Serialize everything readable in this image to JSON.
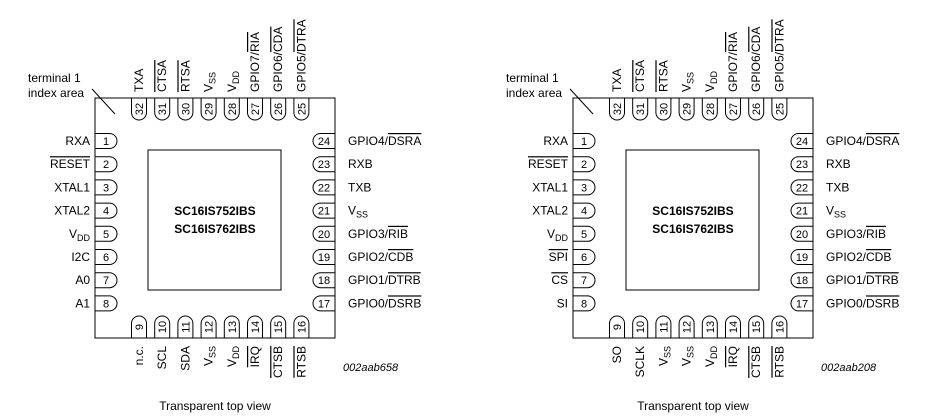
{
  "diagrams": [
    {
      "chip_lines": [
        "SC16IS752IBS",
        "SC16IS762IBS"
      ],
      "code": "002aab658",
      "caption": "Transparent top view",
      "index_label": [
        "terminal 1",
        "index area"
      ],
      "left": [
        {
          "n": "1",
          "l": "RXA"
        },
        {
          "n": "2",
          "l": "RESET",
          "ov": true
        },
        {
          "n": "3",
          "l": "XTAL1"
        },
        {
          "n": "4",
          "l": "XTAL2"
        },
        {
          "n": "5",
          "l": "V",
          "sub": "DD"
        },
        {
          "n": "6",
          "l": "I2C"
        },
        {
          "n": "7",
          "l": "A0"
        },
        {
          "n": "8",
          "l": "A1"
        }
      ],
      "right": [
        {
          "n": "24",
          "p": "GPIO4/",
          "l": "DSRA",
          "ov": true
        },
        {
          "n": "23",
          "l": "RXB"
        },
        {
          "n": "22",
          "l": "TXB"
        },
        {
          "n": "21",
          "l": "V",
          "sub": "SS"
        },
        {
          "n": "20",
          "p": "GPIO3/",
          "l": "RIB",
          "ov": true
        },
        {
          "n": "19",
          "p": "GPIO2/",
          "l": "CDB",
          "ov": true
        },
        {
          "n": "18",
          "p": "GPIO1/",
          "l": "DTRB",
          "ov": true
        },
        {
          "n": "17",
          "p": "GPIO0/",
          "l": "DSRB",
          "ov": true
        }
      ],
      "top": [
        {
          "n": "32",
          "l": "TXA"
        },
        {
          "n": "31",
          "l": "CTSA",
          "ov": true
        },
        {
          "n": "30",
          "l": "RTSA",
          "ov": true
        },
        {
          "n": "29",
          "l": "V",
          "sub": "SS"
        },
        {
          "n": "28",
          "l": "V",
          "sub": "DD"
        },
        {
          "n": "27",
          "p": "GPIO7/",
          "l": "RIA",
          "ov": true
        },
        {
          "n": "26",
          "p": "GPIO6/",
          "l": "CDA",
          "ov": true
        },
        {
          "n": "25",
          "p": "GPIO5/",
          "l": "DTRA",
          "ov": true
        }
      ],
      "bottom": [
        {
          "n": "9",
          "l": "n.c."
        },
        {
          "n": "10",
          "l": "SCL"
        },
        {
          "n": "11",
          "l": "SDA"
        },
        {
          "n": "12",
          "l": "V",
          "sub": "SS"
        },
        {
          "n": "13",
          "l": "V",
          "sub": "DD"
        },
        {
          "n": "14",
          "l": "IRQ",
          "ov": true
        },
        {
          "n": "15",
          "l": "CTSB",
          "ov": true
        },
        {
          "n": "16",
          "l": "RTSB",
          "ov": true
        }
      ]
    },
    {
      "chip_lines": [
        "SC16IS752IBS",
        "SC16IS762IBS"
      ],
      "code": "002aab208",
      "caption": "Transparent top view",
      "index_label": [
        "terminal 1",
        "index area"
      ],
      "left": [
        {
          "n": "1",
          "l": "RXA"
        },
        {
          "n": "2",
          "l": "RESET",
          "ov": true
        },
        {
          "n": "3",
          "l": "XTAL1"
        },
        {
          "n": "4",
          "l": "XTAL2"
        },
        {
          "n": "5",
          "l": "V",
          "sub": "DD"
        },
        {
          "n": "6",
          "l": "SPI",
          "ov": true
        },
        {
          "n": "7",
          "l": "CS",
          "ov": true
        },
        {
          "n": "8",
          "l": "SI"
        }
      ],
      "right": [
        {
          "n": "24",
          "p": "GPIO4/",
          "l": "DSRA",
          "ov": true
        },
        {
          "n": "23",
          "l": "RXB"
        },
        {
          "n": "22",
          "l": "TXB"
        },
        {
          "n": "21",
          "l": "V",
          "sub": "SS"
        },
        {
          "n": "20",
          "p": "GPIO3/",
          "l": "RIB",
          "ov": true
        },
        {
          "n": "19",
          "p": "GPIO2/",
          "l": "CDB",
          "ov": true
        },
        {
          "n": "18",
          "p": "GPIO1/",
          "l": "DTRB",
          "ov": true
        },
        {
          "n": "17",
          "p": "GPIO0/",
          "l": "DSRB",
          "ov": true
        }
      ],
      "top": [
        {
          "n": "32",
          "l": "TXA"
        },
        {
          "n": "31",
          "l": "CTSA",
          "ov": true
        },
        {
          "n": "30",
          "l": "RTSA",
          "ov": true
        },
        {
          "n": "29",
          "l": "V",
          "sub": "SS"
        },
        {
          "n": "28",
          "l": "V",
          "sub": "DD"
        },
        {
          "n": "27",
          "p": "GPIO7/",
          "l": "RIA",
          "ov": true
        },
        {
          "n": "26",
          "p": "GPIO6/",
          "l": "CDA",
          "ov": true
        },
        {
          "n": "25",
          "p": "GPIO5/",
          "l": "DTRA",
          "ov": true
        }
      ],
      "bottom": [
        {
          "n": "9",
          "l": "SO"
        },
        {
          "n": "10",
          "l": "SCLK"
        },
        {
          "n": "11",
          "l": "V",
          "sub": "SS"
        },
        {
          "n": "12",
          "l": "V",
          "sub": "SS"
        },
        {
          "n": "13",
          "l": "V",
          "sub": "DD"
        },
        {
          "n": "14",
          "l": "IRQ",
          "ov": true
        },
        {
          "n": "15",
          "l": "CTSB",
          "ov": true
        },
        {
          "n": "16",
          "l": "RTSB",
          "ov": true
        }
      ]
    }
  ]
}
